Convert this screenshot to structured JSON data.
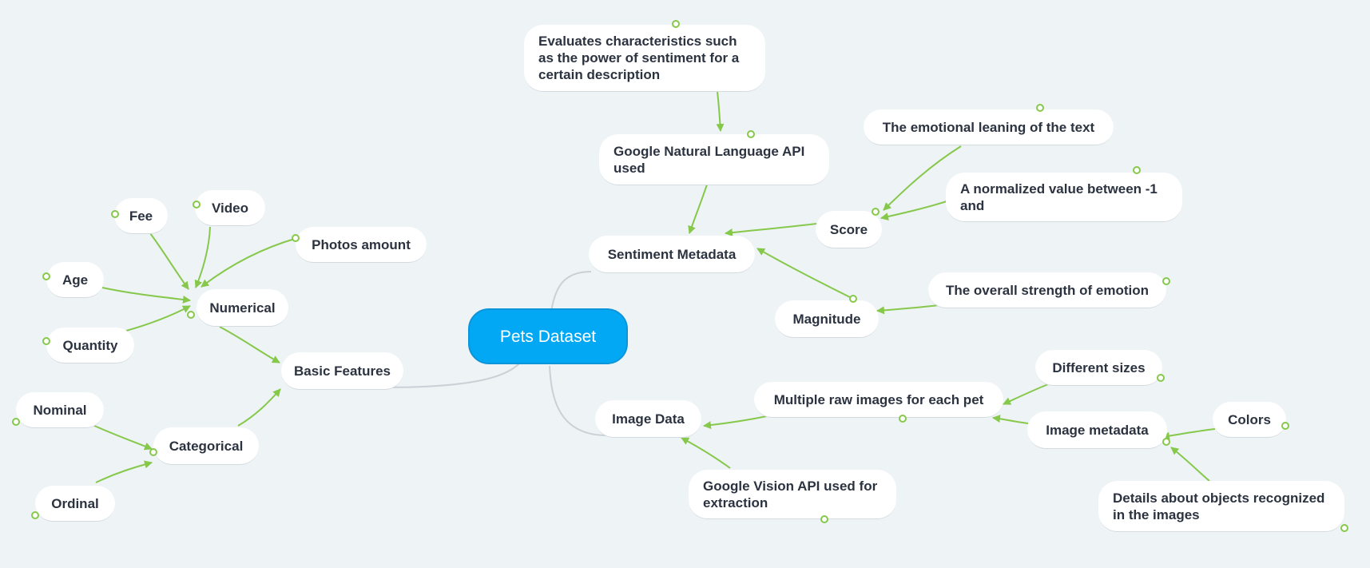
{
  "map": {
    "central": "Pets Dataset",
    "branches": {
      "basic": "Basic Features",
      "numerical": "Numerical",
      "categorical": "Categorical",
      "fee": "Fee",
      "video": "Video",
      "photos": "Photos amount",
      "age": "Age",
      "quantity": "Quantity",
      "nominal": "Nominal",
      "ordinal": "Ordinal",
      "sentiment": "Sentiment Metadata",
      "nl_api": "Google Natural Language API used",
      "evaluates": "Evaluates characteristics such as the power of sentiment for a certain description",
      "score": "Score",
      "score_desc1": "The emotional leaning of the text",
      "score_desc2": "A normalized value between -1 and",
      "magnitude": "Magnitude",
      "magnitude_desc": "The overall strength of emotion",
      "image": "Image Data",
      "multiple_raw": "Multiple raw images for each pet",
      "different_sizes": "Different sizes",
      "image_meta": "Image metadata",
      "colors": "Colors",
      "details": "Details about objects recognized in the images",
      "vision_api": "Google Vision API used for extraction"
    }
  },
  "colors": {
    "background": "#eef3f6",
    "central_fill": "#02a8f4",
    "arrow": "#86c84a",
    "trunk": "#c9d1d6"
  }
}
